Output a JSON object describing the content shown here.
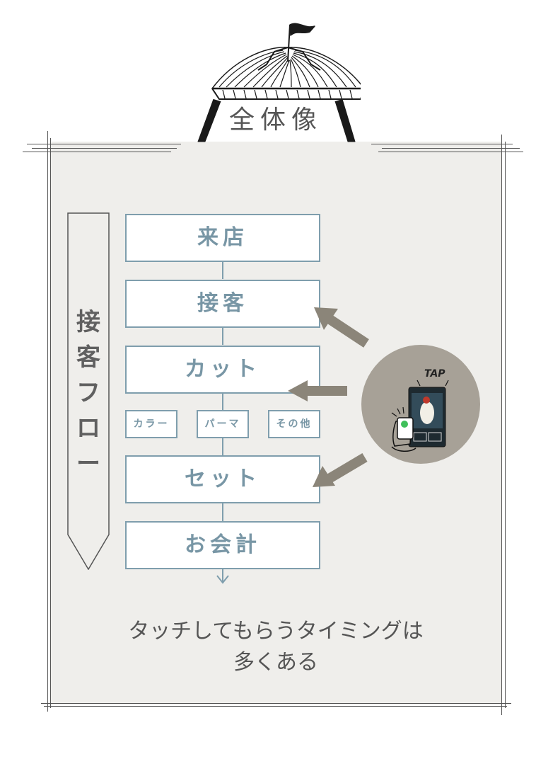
{
  "heading": "全体像",
  "flow_label": [
    "接",
    "客",
    "フ",
    "ロ",
    "ー"
  ],
  "steps": {
    "visit": "来店",
    "reception": "接客",
    "cut": "カット",
    "set": "セット",
    "checkout": "お会計"
  },
  "sub_steps": {
    "color": "カラー",
    "perm": "パーマ",
    "other": "その他"
  },
  "tap_label": "TAP",
  "caption": [
    "タッチしてもらうタイミングは",
    "多くある"
  ],
  "colors": {
    "box_border": "#7f9ead",
    "box_text": "#7896a5",
    "arrow": "#8b8579",
    "circle": "#a7a197",
    "frame_bg": "#efeeeb"
  }
}
